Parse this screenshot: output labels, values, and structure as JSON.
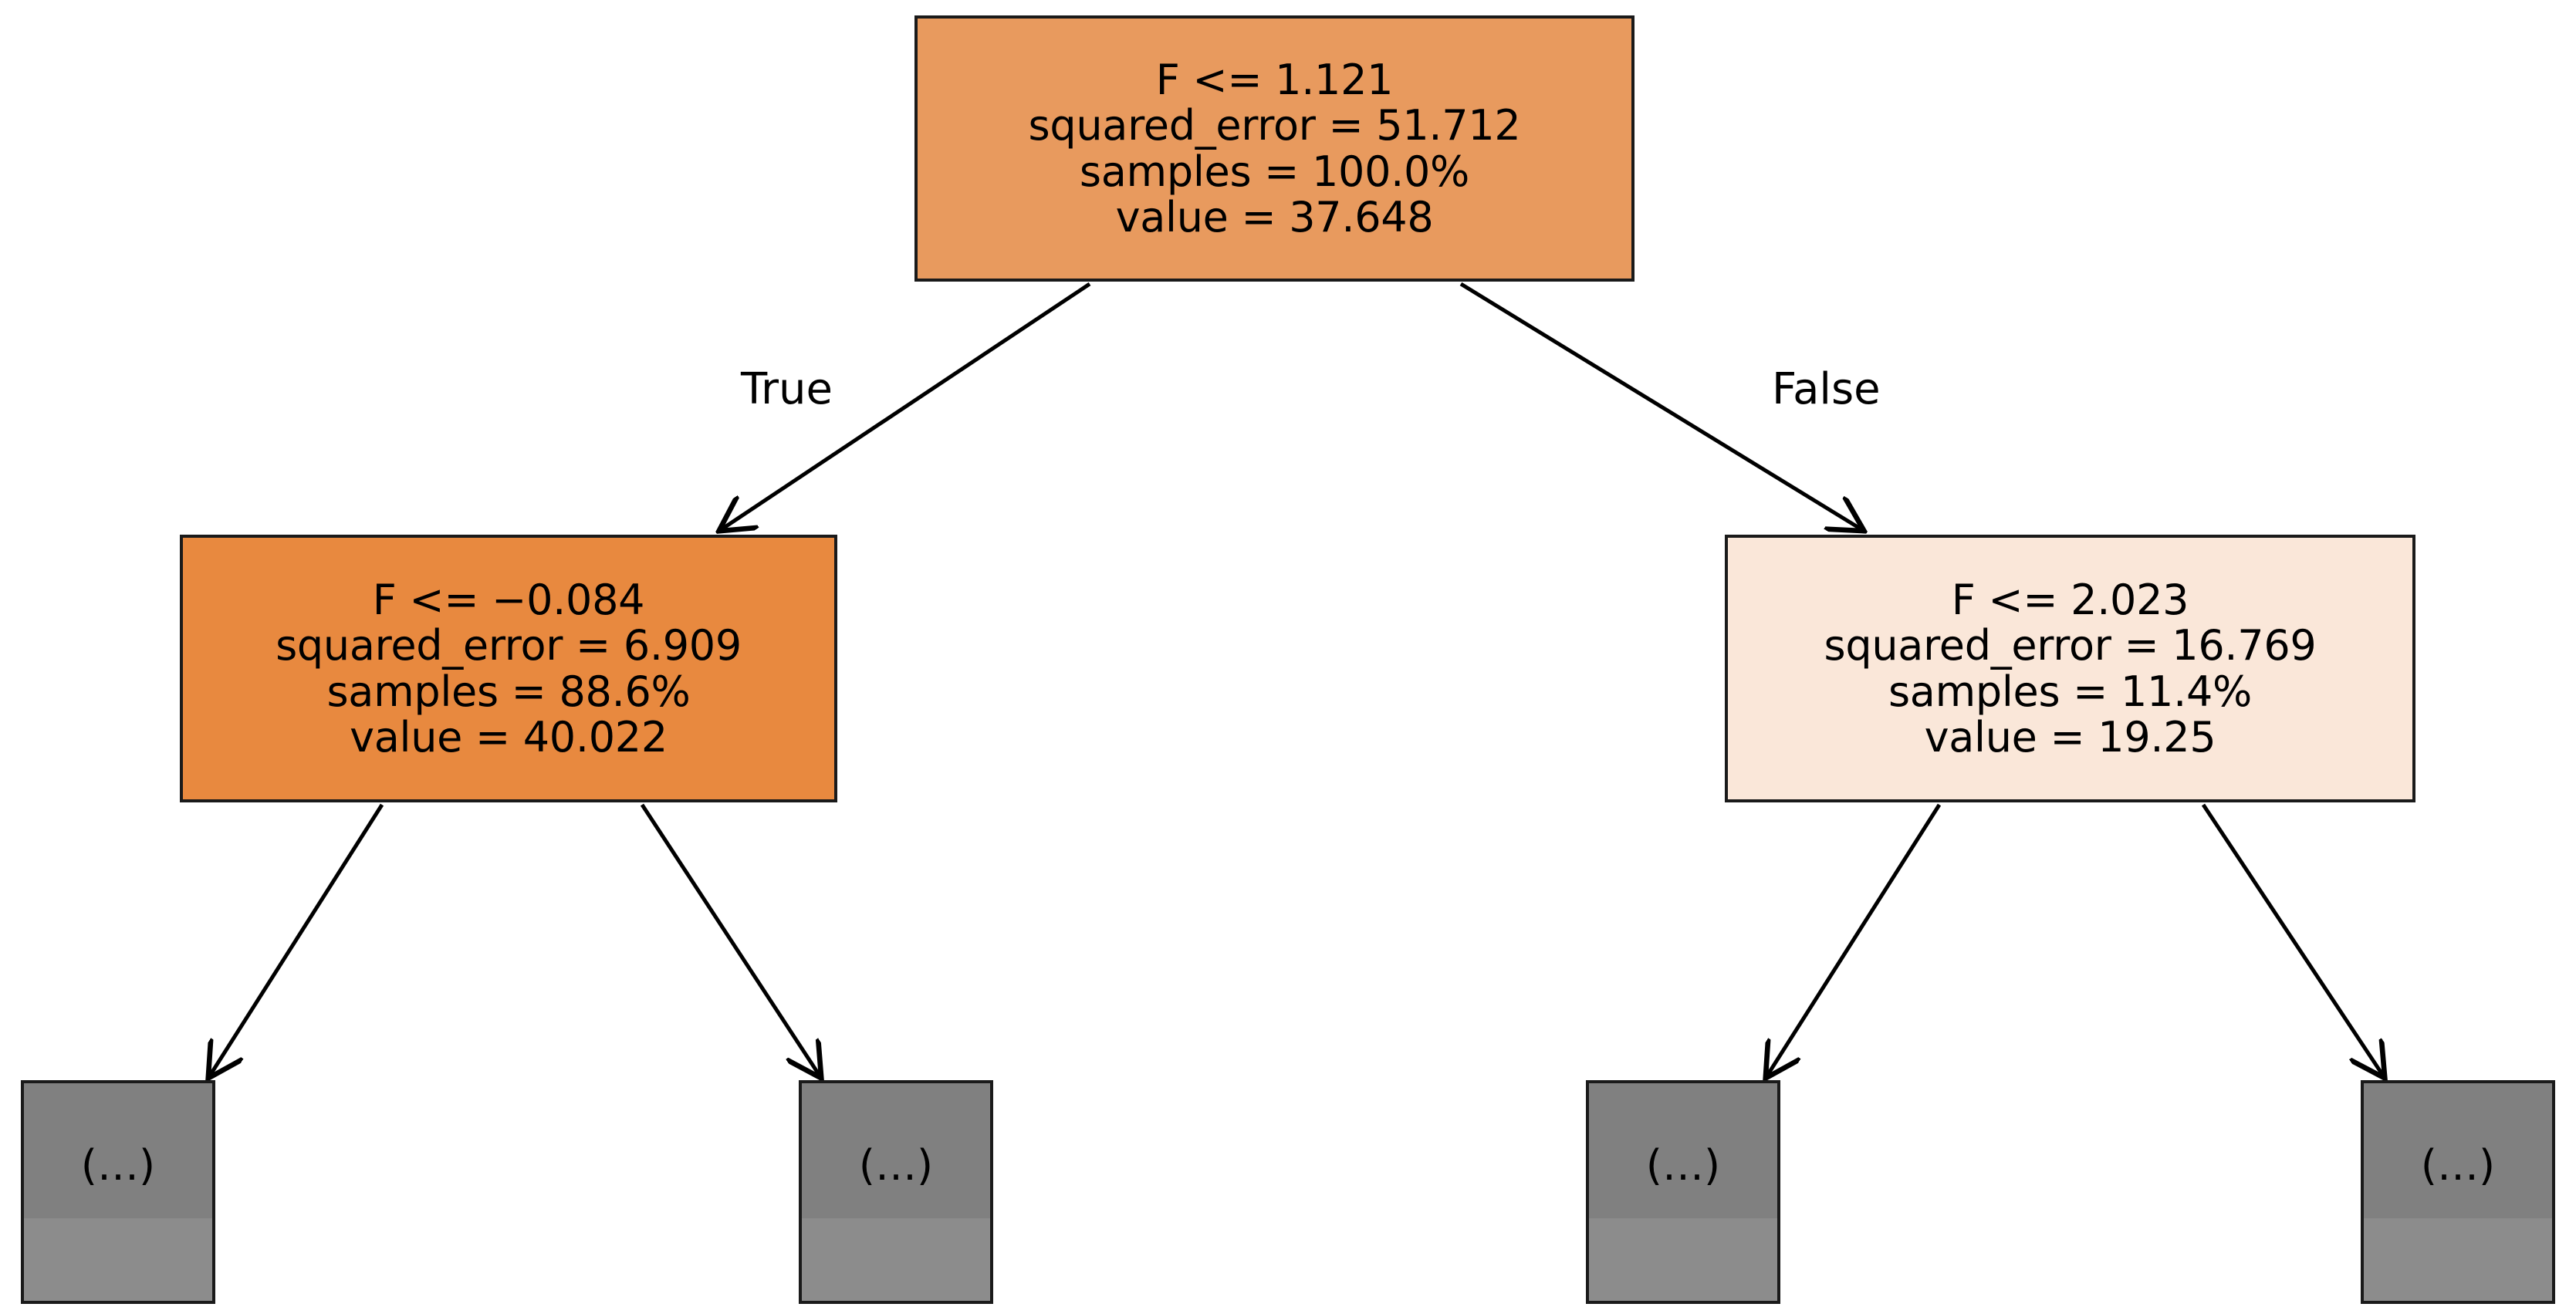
{
  "chart_data": {
    "type": "diagram",
    "diagram_kind": "decision-tree",
    "title": "",
    "edge_labels": {
      "true": "True",
      "false": "False"
    },
    "colors": {
      "root_fill": "#e89a5e",
      "left_fill": "#e8893f",
      "right_fill": "#fae7d9",
      "leaf_fill_top": "#808080",
      "leaf_fill_bottom": "#8c8c8c",
      "border": "#1a1a1a",
      "edge": "#000000",
      "background": "#ffffff"
    },
    "nodes": [
      {
        "id": "root",
        "kind": "split",
        "condition": "F <= 1.121",
        "criterion_label": "squared_error",
        "criterion_value": 51.712,
        "samples": "100.0%",
        "value": 37.648,
        "lines": [
          "F <= 1.121",
          "squared_error = 51.712",
          "samples = 100.0%",
          "value = 37.648"
        ]
      },
      {
        "id": "left",
        "kind": "split",
        "condition": "F <= −0.084",
        "criterion_label": "squared_error",
        "criterion_value": 6.909,
        "samples": "88.6%",
        "value": 40.022,
        "lines": [
          "F <= −0.084",
          "squared_error = 6.909",
          "samples = 88.6%",
          "value = 40.022"
        ]
      },
      {
        "id": "right",
        "kind": "split",
        "condition": "F <= 2.023",
        "criterion_label": "squared_error",
        "criterion_value": 16.769,
        "samples": "11.4%",
        "value": 19.25,
        "lines": [
          "F <= 2.023",
          "squared_error = 16.769",
          "samples = 11.4%",
          "value = 19.25"
        ]
      },
      {
        "id": "leaf-0",
        "kind": "truncated",
        "label": "(…)"
      },
      {
        "id": "leaf-1",
        "kind": "truncated",
        "label": "(…)"
      },
      {
        "id": "leaf-2",
        "kind": "truncated",
        "label": "(…)"
      },
      {
        "id": "leaf-3",
        "kind": "truncated",
        "label": "(…)"
      }
    ],
    "edges": [
      {
        "from": "root",
        "to": "left",
        "label": "True"
      },
      {
        "from": "root",
        "to": "right",
        "label": "False"
      },
      {
        "from": "left",
        "to": "leaf-0",
        "label": ""
      },
      {
        "from": "left",
        "to": "leaf-1",
        "label": ""
      },
      {
        "from": "right",
        "to": "leaf-2",
        "label": ""
      },
      {
        "from": "right",
        "to": "leaf-3",
        "label": ""
      }
    ]
  },
  "nodes": {
    "root": {
      "line1": "F <= 1.121",
      "line2": "squared_error = 51.712",
      "line3": "samples = 100.0%",
      "line4": "value = 37.648"
    },
    "left": {
      "line1": "F <= −0.084",
      "line2": "squared_error = 6.909",
      "line3": "samples = 88.6%",
      "line4": "value = 40.022"
    },
    "right": {
      "line1": "F <= 2.023",
      "line2": "squared_error = 16.769",
      "line3": "samples = 11.4%",
      "line4": "value = 19.25"
    },
    "leaf_0": {
      "label": "(…)"
    },
    "leaf_1": {
      "label": "(…)"
    },
    "leaf_2": {
      "label": "(…)"
    },
    "leaf_3": {
      "label": "(…)"
    }
  },
  "edges": {
    "true_label": "True",
    "false_label": "False"
  }
}
